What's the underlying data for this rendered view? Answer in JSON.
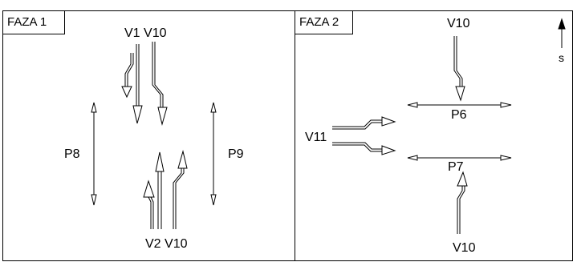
{
  "phases": [
    {
      "title": "FAZA 1",
      "labels": {
        "top": "V1 V10",
        "bottom": "V2 V10",
        "left_ped": "P8",
        "right_ped": "P9"
      }
    },
    {
      "title": "FAZA 2",
      "labels": {
        "top": "V10",
        "bottom": "V10",
        "left_vehicle": "V11",
        "ped_upper": "P6",
        "ped_lower": "P7"
      }
    }
  ],
  "north_arrow": {
    "label": "s"
  }
}
